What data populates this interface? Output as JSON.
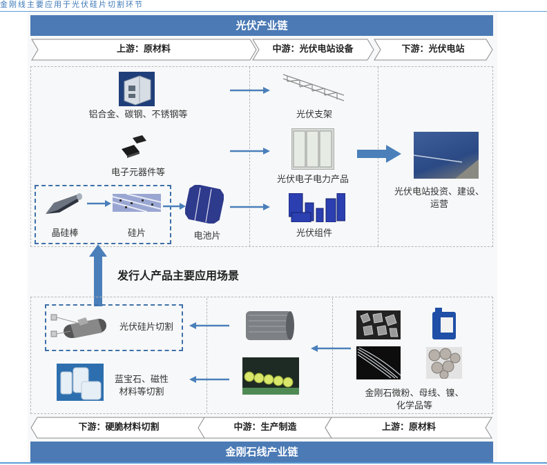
{
  "caption": "金刚线主要应用于光伏硅片切割环节",
  "pv_chain": {
    "title": "光伏产业链",
    "stages": [
      {
        "label": "上游：原材料"
      },
      {
        "label": "中游：光伏电站设备"
      },
      {
        "label": "下游：光伏电站"
      }
    ],
    "upstream_items": [
      {
        "label": "铝合金、碳钢、不锈钢等",
        "icon": "aluminum-profile-icon"
      },
      {
        "label": "电子元器件等",
        "icon": "chip-icon"
      }
    ],
    "silicon_chain": [
      {
        "label": "晶硅棒",
        "icon": "silicon-rod-icon"
      },
      {
        "label": "硅片",
        "icon": "wafer-icon"
      },
      {
        "label": "电池片",
        "icon": "solar-cell-icon"
      }
    ],
    "midstream_items": [
      {
        "label": "光伏支架",
        "icon": "pv-bracket-icon"
      },
      {
        "label": "光伏电子电力产品",
        "icon": "power-cabinet-icon"
      },
      {
        "label": "光伏组件",
        "icon": "pv-module-icon"
      }
    ],
    "downstream_item": {
      "label_line1": "光伏电站投资、建设、",
      "label_line2": "运营",
      "icon": "solar-farm-icon"
    }
  },
  "application_label": "发行人产品主要应用场景",
  "diamond_chain": {
    "title": "金刚石线产业链",
    "stages": [
      {
        "label": "下游：硬脆材料切割"
      },
      {
        "label": "中游：生产制造"
      },
      {
        "label": "上游：原材料"
      }
    ],
    "downstream_items": [
      {
        "label": "光伏硅片切割",
        "icon": "wafer-slicing-icon"
      },
      {
        "label_line1": "蓝宝石、磁性",
        "label_line2": "材料等切割",
        "icon": "sapphire-icon"
      }
    ],
    "midstream_items": [
      {
        "icon": "wire-spool-icon"
      },
      {
        "icon": "production-line-icon"
      }
    ],
    "upstream": {
      "icons": [
        "diamond-powder-icon",
        "chemical-container-icon",
        "bus-wire-icon",
        "nickel-icon"
      ],
      "label_line1": "金刚石微粉、母线、镍、",
      "label_line2": "化学品等"
    }
  },
  "colors": {
    "banner": "#4b7ab5",
    "arrow": "#4a7fba",
    "accent_dash": "#3d6fa8"
  }
}
